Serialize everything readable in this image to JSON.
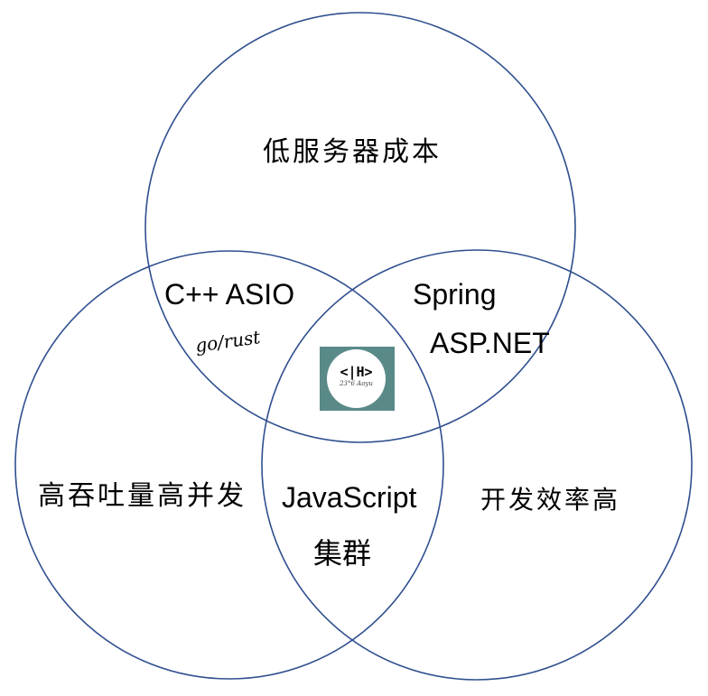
{
  "circles": {
    "top": {
      "label": "低服务器成本"
    },
    "left": {
      "label": "高吞吐量高并发"
    },
    "right": {
      "label": "开发效率高"
    },
    "stroke_color": "#2f4f8f"
  },
  "intersections": {
    "top_left": {
      "primary": "C++ ASIO",
      "secondary": "go/rust"
    },
    "top_right": {
      "line1": "Spring",
      "line2": "ASP.NET"
    },
    "left_right": {
      "line1": "JavaScript",
      "line2": "集群"
    }
  },
  "logo": {
    "mark": "<|H>",
    "signature": "23°6 Aoyu",
    "bg_color": "#5a8a88"
  }
}
